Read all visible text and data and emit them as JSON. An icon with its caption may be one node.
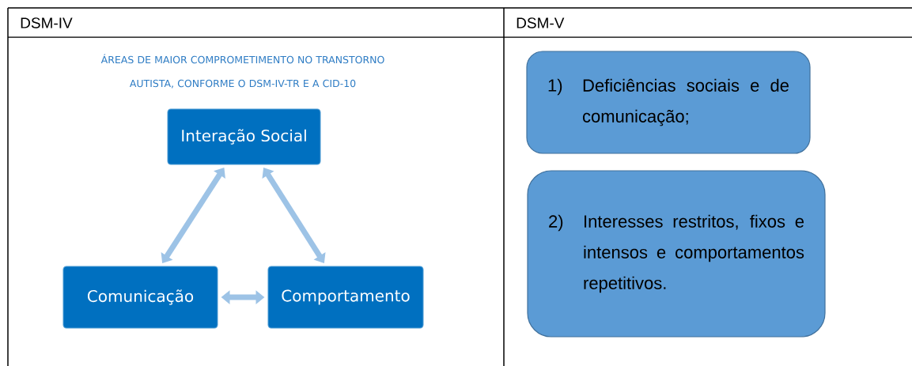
{
  "diagram": {
    "nodes": [
      {
        "text": [
          "Interação Social"
        ]
      },
      {
        "text": [
          "Comunicação"
        ]
      },
      {
        "text": [
          "Comportamento"
        ]
      },
      {
        "text": [
          "1)",
          "Deficiências sociais e de comunicação;"
        ]
      },
      {
        "text": [
          "2)",
          "Interesses restritos, fixos e intensos e comportamentos repetitivos."
        ]
      }
    ],
    "edges": [
      {
        "from": 0,
        "to": 1,
        "arrow": "both"
      },
      {
        "from": 0,
        "to": 2,
        "arrow": "both"
      },
      {
        "from": 1,
        "to": 2,
        "arrow": "both"
      }
    ],
    "labels": [
      "DSM-IV",
      "DSM-V",
      "ÁREAS DE MAIOR COMPROMETIMENTO NO TRANSTORNO AUTISTA, CONFORME O DSM-IV-TR E A CID-10"
    ]
  }
}
